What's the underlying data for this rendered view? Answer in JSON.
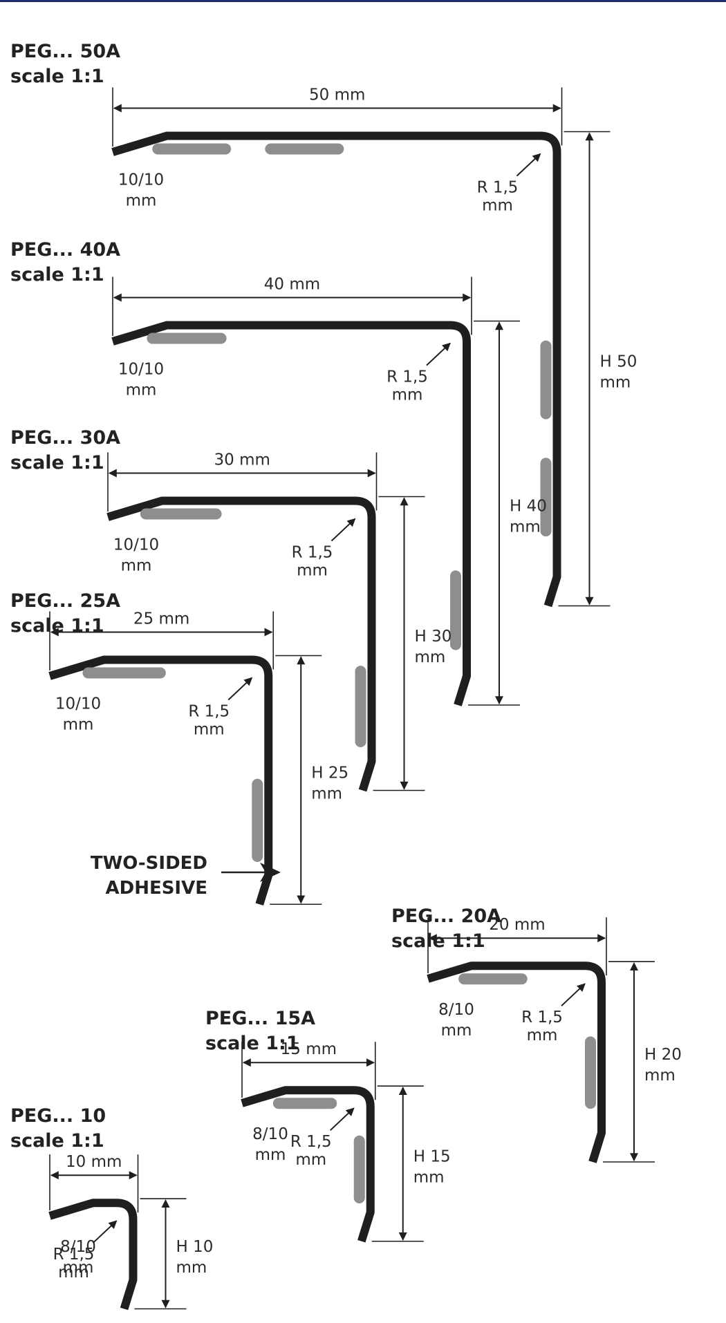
{
  "colors": {
    "accent_rule": "#1d2f6b",
    "profile": "#1f1f1f",
    "adhesive": "#8e8e8e",
    "text": "#2b2b2b"
  },
  "adhesive_label": {
    "line1": "TWO-SIDED",
    "line2": "ADHESIVE"
  },
  "profiles": [
    {
      "id": "peg-50a",
      "title": "PEG... 50A",
      "scale": "scale 1:1",
      "width_label": "50 mm",
      "thickness_label": [
        "10/10",
        "mm"
      ],
      "radius_label": [
        "R 1,5",
        "mm"
      ],
      "height_label": [
        "H 50",
        "mm"
      ]
    },
    {
      "id": "peg-40a",
      "title": "PEG... 40A",
      "scale": "scale 1:1",
      "width_label": "40 mm",
      "thickness_label": [
        "10/10",
        "mm"
      ],
      "radius_label": [
        "R 1,5",
        "mm"
      ],
      "height_label": [
        "H 40",
        "mm"
      ]
    },
    {
      "id": "peg-30a",
      "title": "PEG... 30A",
      "scale": "scale 1:1",
      "width_label": "30 mm",
      "thickness_label": [
        "10/10",
        "mm"
      ],
      "radius_label": [
        "R 1,5",
        "mm"
      ],
      "height_label": [
        "H 30",
        "mm"
      ]
    },
    {
      "id": "peg-25a",
      "title": "PEG... 25A",
      "scale": "scale 1:1",
      "width_label": "25 mm",
      "thickness_label": [
        "10/10",
        "mm"
      ],
      "radius_label": [
        "R 1,5",
        "mm"
      ],
      "height_label": [
        "H 25",
        "mm"
      ]
    },
    {
      "id": "peg-20a",
      "title": "PEG... 20A",
      "scale": "scale 1:1",
      "width_label": "20 mm",
      "thickness_label": [
        "8/10",
        "mm"
      ],
      "radius_label": [
        "R 1,5",
        "mm"
      ],
      "height_label": [
        "H 20",
        "mm"
      ]
    },
    {
      "id": "peg-15a",
      "title": "PEG... 15A",
      "scale": "scale 1:1",
      "width_label": "15 mm",
      "thickness_label": [
        "8/10",
        "mm"
      ],
      "radius_label": [
        "R 1,5",
        "mm"
      ],
      "height_label": [
        "H 15",
        "mm"
      ]
    },
    {
      "id": "peg-10",
      "title": "PEG... 10",
      "scale": "scale 1:1",
      "width_label": "10 mm",
      "thickness_label": [
        "8/10",
        "mm"
      ],
      "radius_label": [
        "R 1,5",
        "mm"
      ],
      "height_label": [
        "H 10",
        "mm"
      ]
    }
  ]
}
